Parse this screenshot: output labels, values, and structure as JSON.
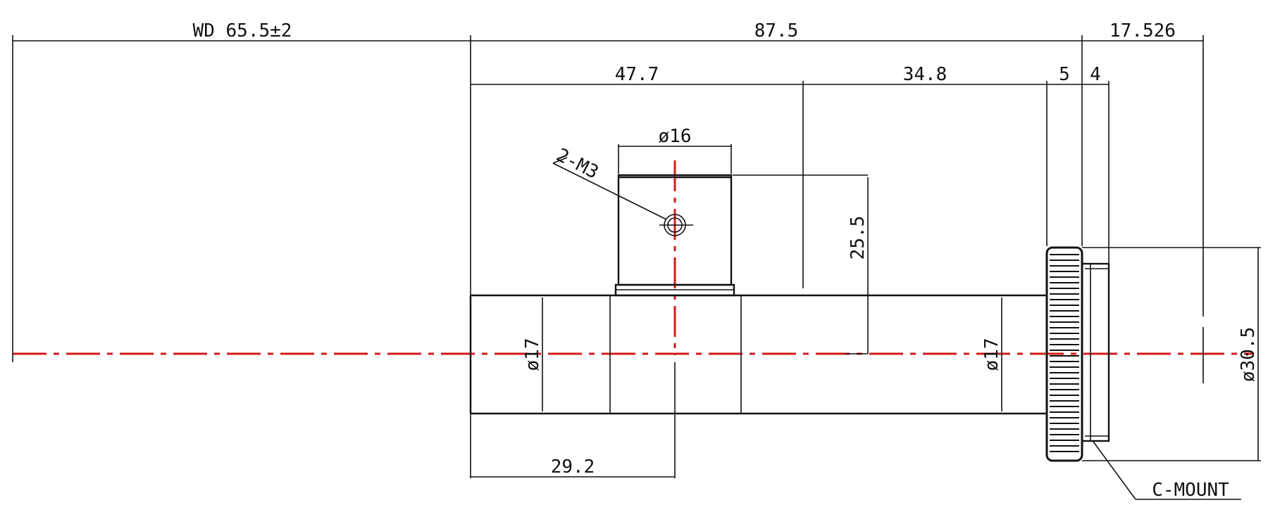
{
  "drawing": {
    "dimensions": {
      "working_distance": "WD 65.5±2",
      "overall_length": "87.5",
      "rear_extension": "17.526",
      "front_section": "47.7",
      "rear_section": "34.8",
      "knurl_width": "5",
      "mount_width": "4",
      "port_diameter": "ø16",
      "screw_callout": "2-M3",
      "port_height": "25.5",
      "body_diameter_front": "ø17",
      "body_diameter_rear": "ø17",
      "mount_diameter": "ø30.5",
      "port_position": "29.2",
      "mount_callout": "C-MOUNT"
    },
    "colors": {
      "line": "#111111",
      "center_line": "#d21a1a",
      "background": "#ffffff"
    }
  }
}
